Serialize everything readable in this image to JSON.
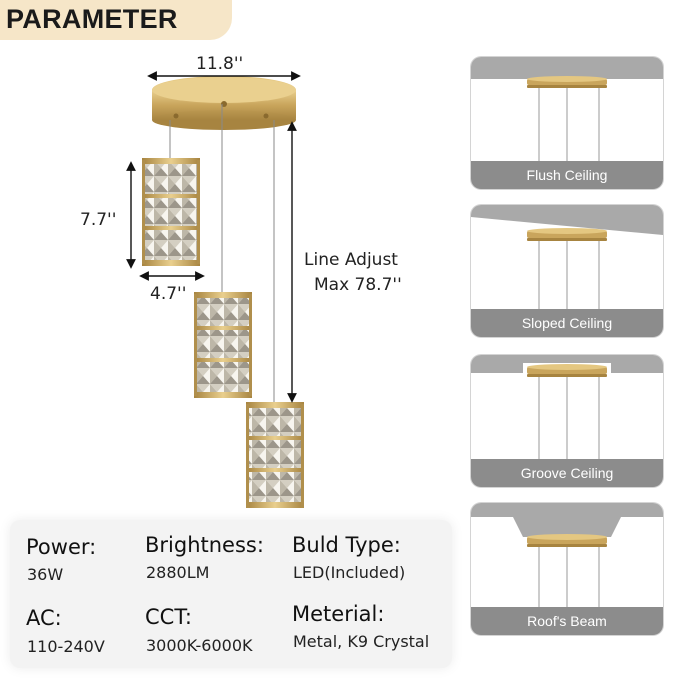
{
  "header": {
    "title": "PARAMETER"
  },
  "dimensions": {
    "canopy_diameter": "11.8''",
    "shade_height": "7.7''",
    "shade_width": "4.7''",
    "line_adjust_line1": "Line Adjust",
    "line_adjust_line2": "Max 78.7''"
  },
  "specs": [
    {
      "label": "Power:",
      "value": "36W"
    },
    {
      "label": "Brightness:",
      "value": "2880LM"
    },
    {
      "label": "Buld Type:",
      "value": "LED(Included)"
    },
    {
      "label": "AC:",
      "value": "110-240V"
    },
    {
      "label": "CCT:",
      "value": "3000K-6000K"
    },
    {
      "label": "Meterial:",
      "value": "Metal, K9 Crystal"
    }
  ],
  "ceiling_types": [
    {
      "caption": "Flush Ceiling",
      "icon": "flush-ceiling-icon"
    },
    {
      "caption": "Sloped Ceiling",
      "icon": "sloped-ceiling-icon"
    },
    {
      "caption": "Groove Ceiling",
      "icon": "groove-ceiling-icon"
    },
    {
      "caption": "Roof's Beam",
      "icon": "roof-beam-icon"
    }
  ],
  "colors": {
    "banner": "#f6e6c8",
    "brass": "#c9a55c",
    "panel_caption": "#8c8c8c",
    "ceiling": "#a9a9a9"
  }
}
